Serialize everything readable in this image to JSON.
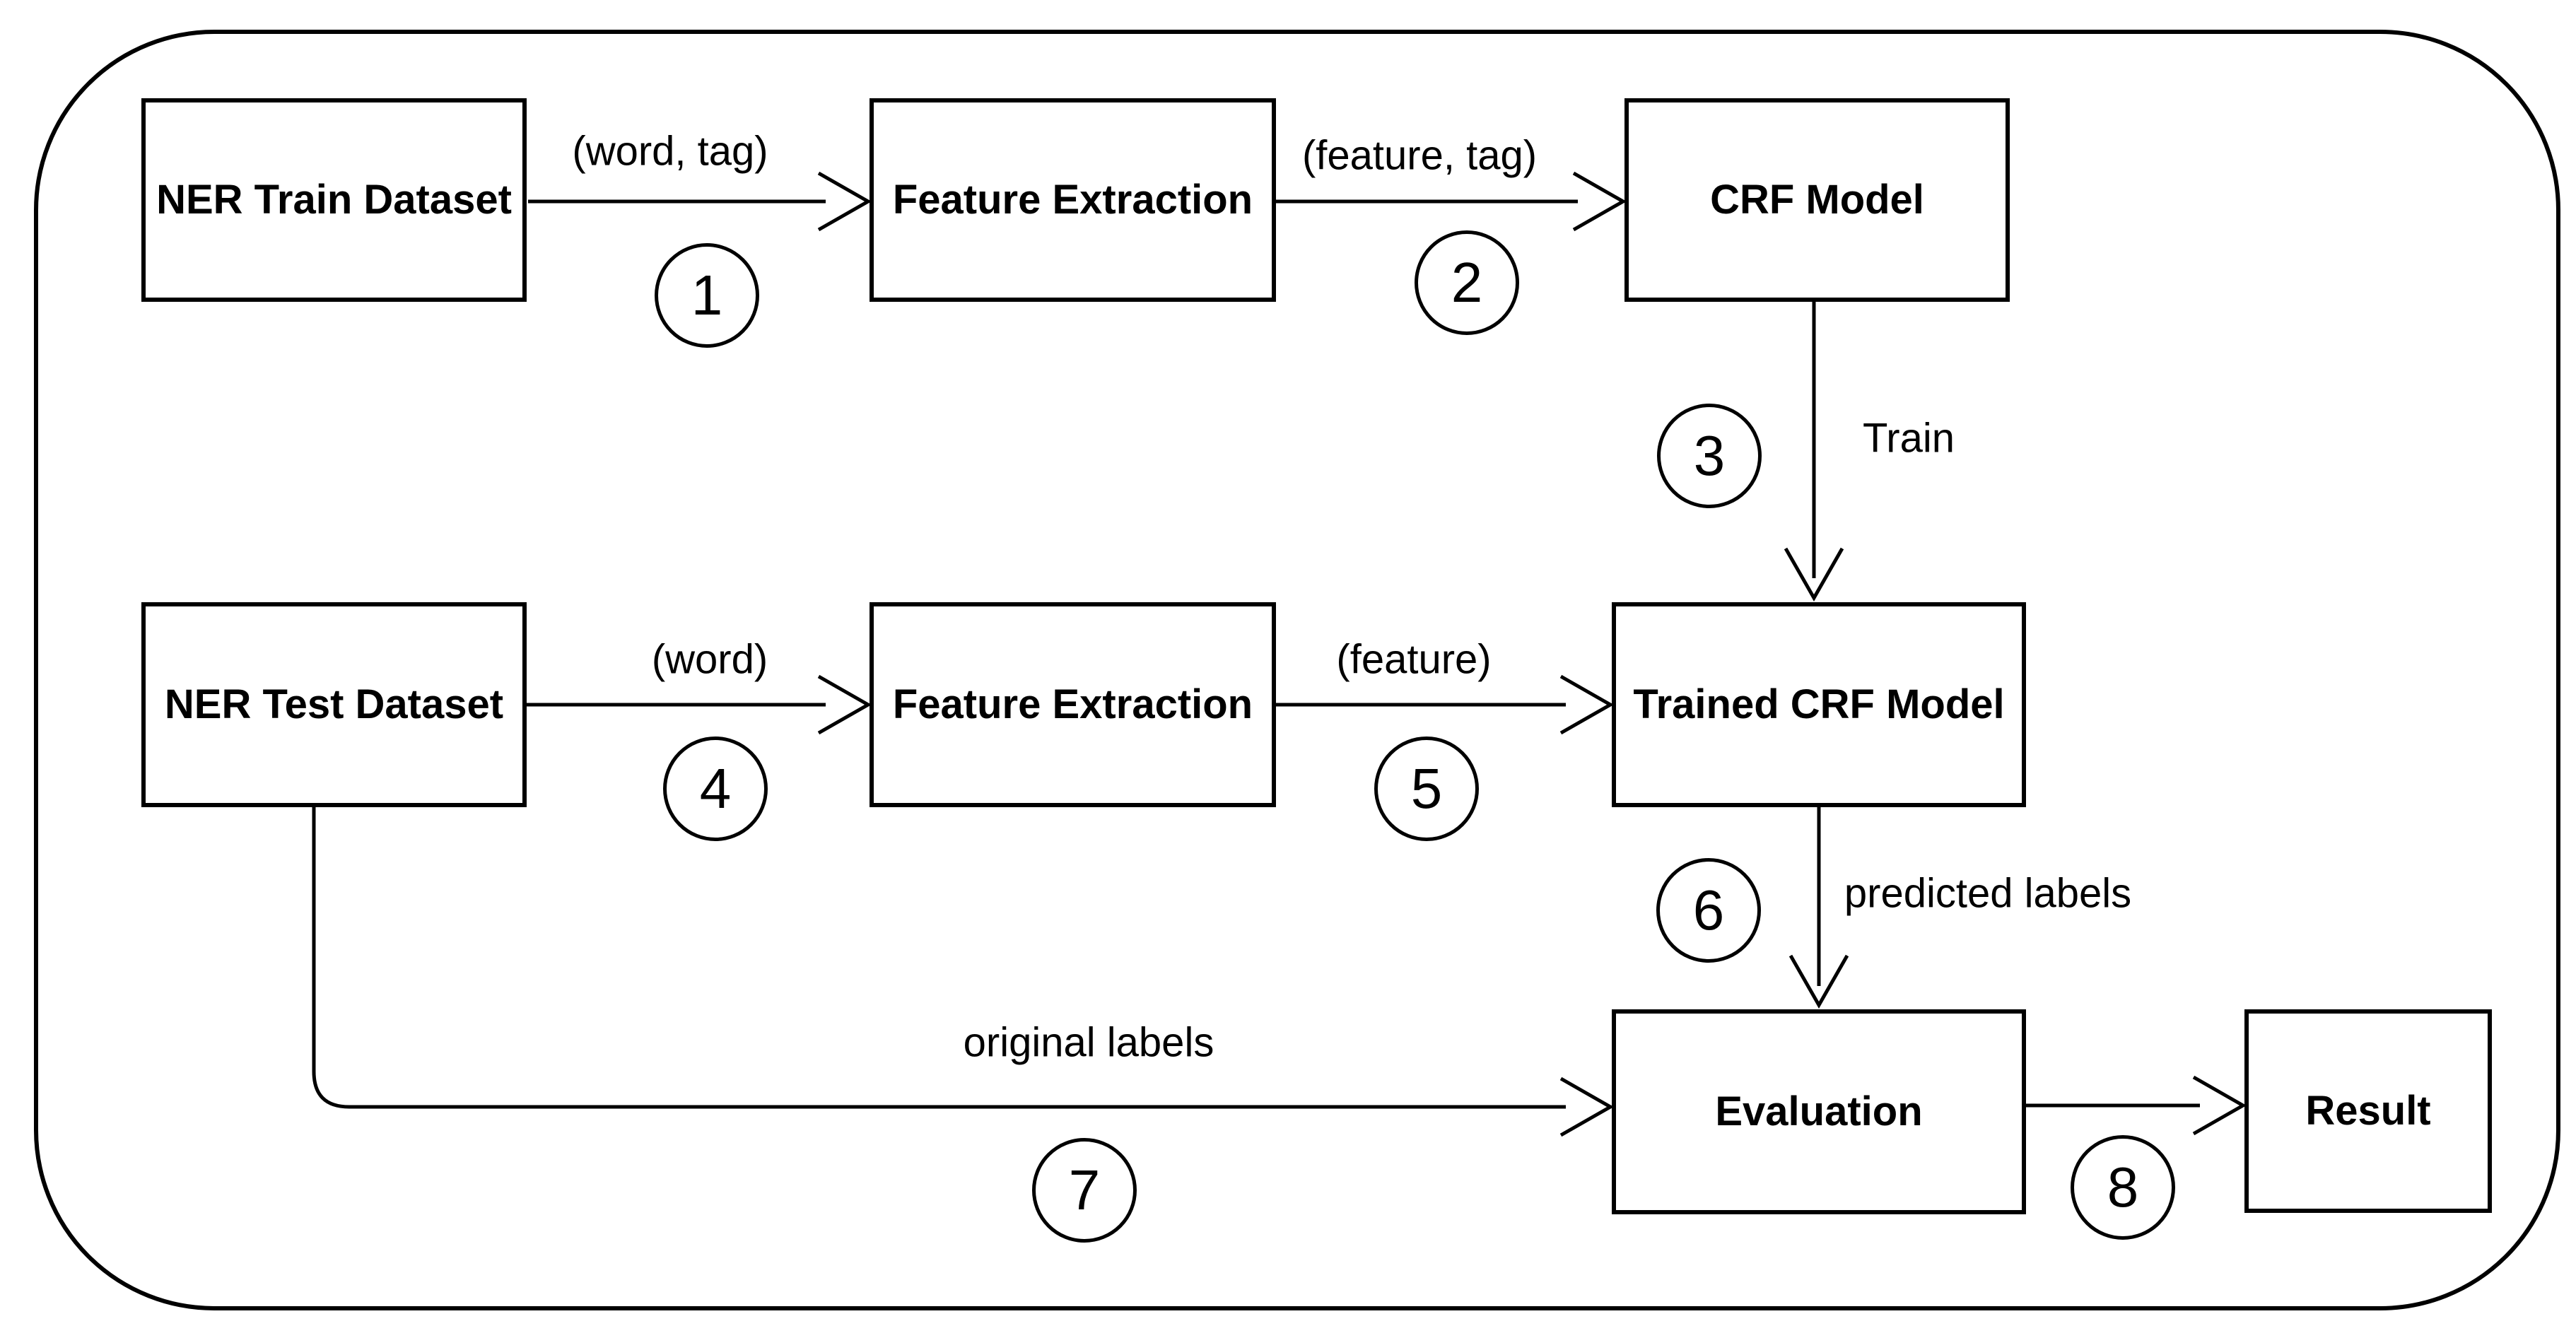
{
  "nodes": {
    "ner_train_dataset": {
      "label": "NER Train Dataset"
    },
    "feature_extraction_train": {
      "label": "Feature Extraction"
    },
    "crf_model": {
      "label": "CRF Model"
    },
    "ner_test_dataset": {
      "label": "NER Test Dataset"
    },
    "feature_extraction_test": {
      "label": "Feature Extraction"
    },
    "trained_crf_model": {
      "label": "Trained CRF Model"
    },
    "evaluation": {
      "label": "Evaluation"
    },
    "result": {
      "label": "Result"
    }
  },
  "edges": {
    "word_tag": {
      "label": "(word, tag)",
      "step": "1"
    },
    "feature_tag": {
      "label": "(feature, tag)",
      "step": "2"
    },
    "train": {
      "label": "Train",
      "step": "3"
    },
    "word": {
      "label": "(word)",
      "step": "4"
    },
    "feature": {
      "label": "(feature)",
      "step": "5"
    },
    "predicted_labels": {
      "label": "predicted labels",
      "step": "6"
    },
    "original_labels": {
      "label": "original labels",
      "step": "7"
    },
    "eval_to_result": {
      "step": "8"
    }
  },
  "colors": {
    "stroke": "#000000",
    "background": "#ffffff",
    "text": "#000000"
  }
}
